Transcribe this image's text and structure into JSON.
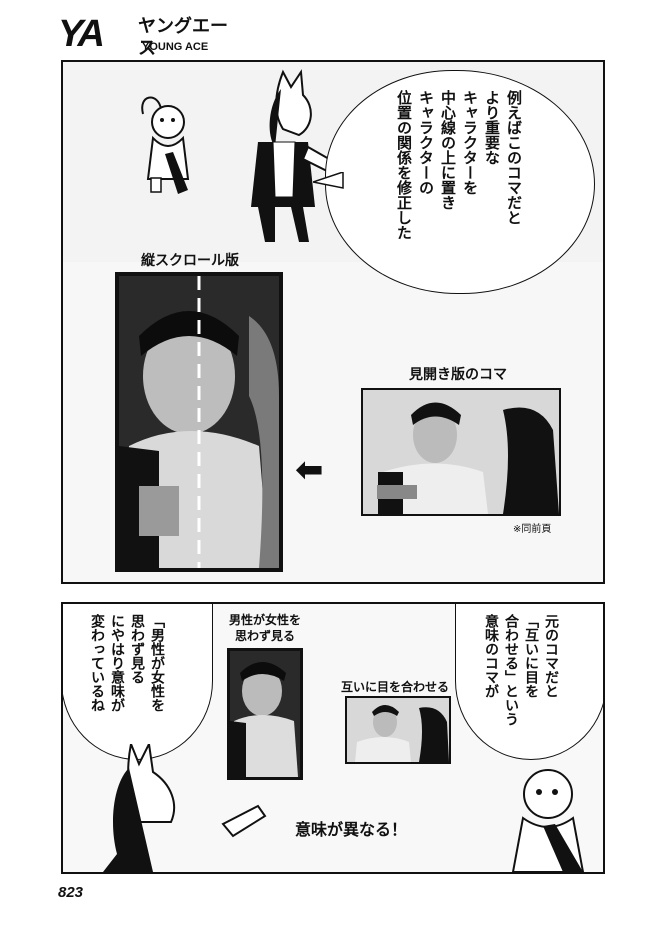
{
  "header": {
    "logo_ya": "YA",
    "logo_kana": "ヤングエース",
    "logo_en": "YOUNG ACE"
  },
  "panel1": {
    "bubble_lines": [
      "例えばこのコマだと",
      "より重要な",
      "キャラクターを",
      "中心線の上に置き",
      "キャラクターの",
      "位置の関係を修正した"
    ],
    "label_vertical": "縦スクロール版",
    "label_spread": "見開き版のコマ",
    "note": "※同前頁",
    "arrow": "left-arrow"
  },
  "panel2": {
    "left_bubble_lines": [
      "「男性が女性を",
      "思わず見る",
      "にやはり意味が",
      "変わっているね"
    ],
    "right_bubble_lines": [
      "元のコマだと",
      "「互いに目を",
      "合わせる」という",
      "意味のコマが"
    ],
    "label_man_looks": "男性が女性を\n思わず見る",
    "label_mutual": "互いに目を合わせる",
    "label_differ": "意味が異なる！"
  },
  "footer": {
    "page_number": "823"
  }
}
